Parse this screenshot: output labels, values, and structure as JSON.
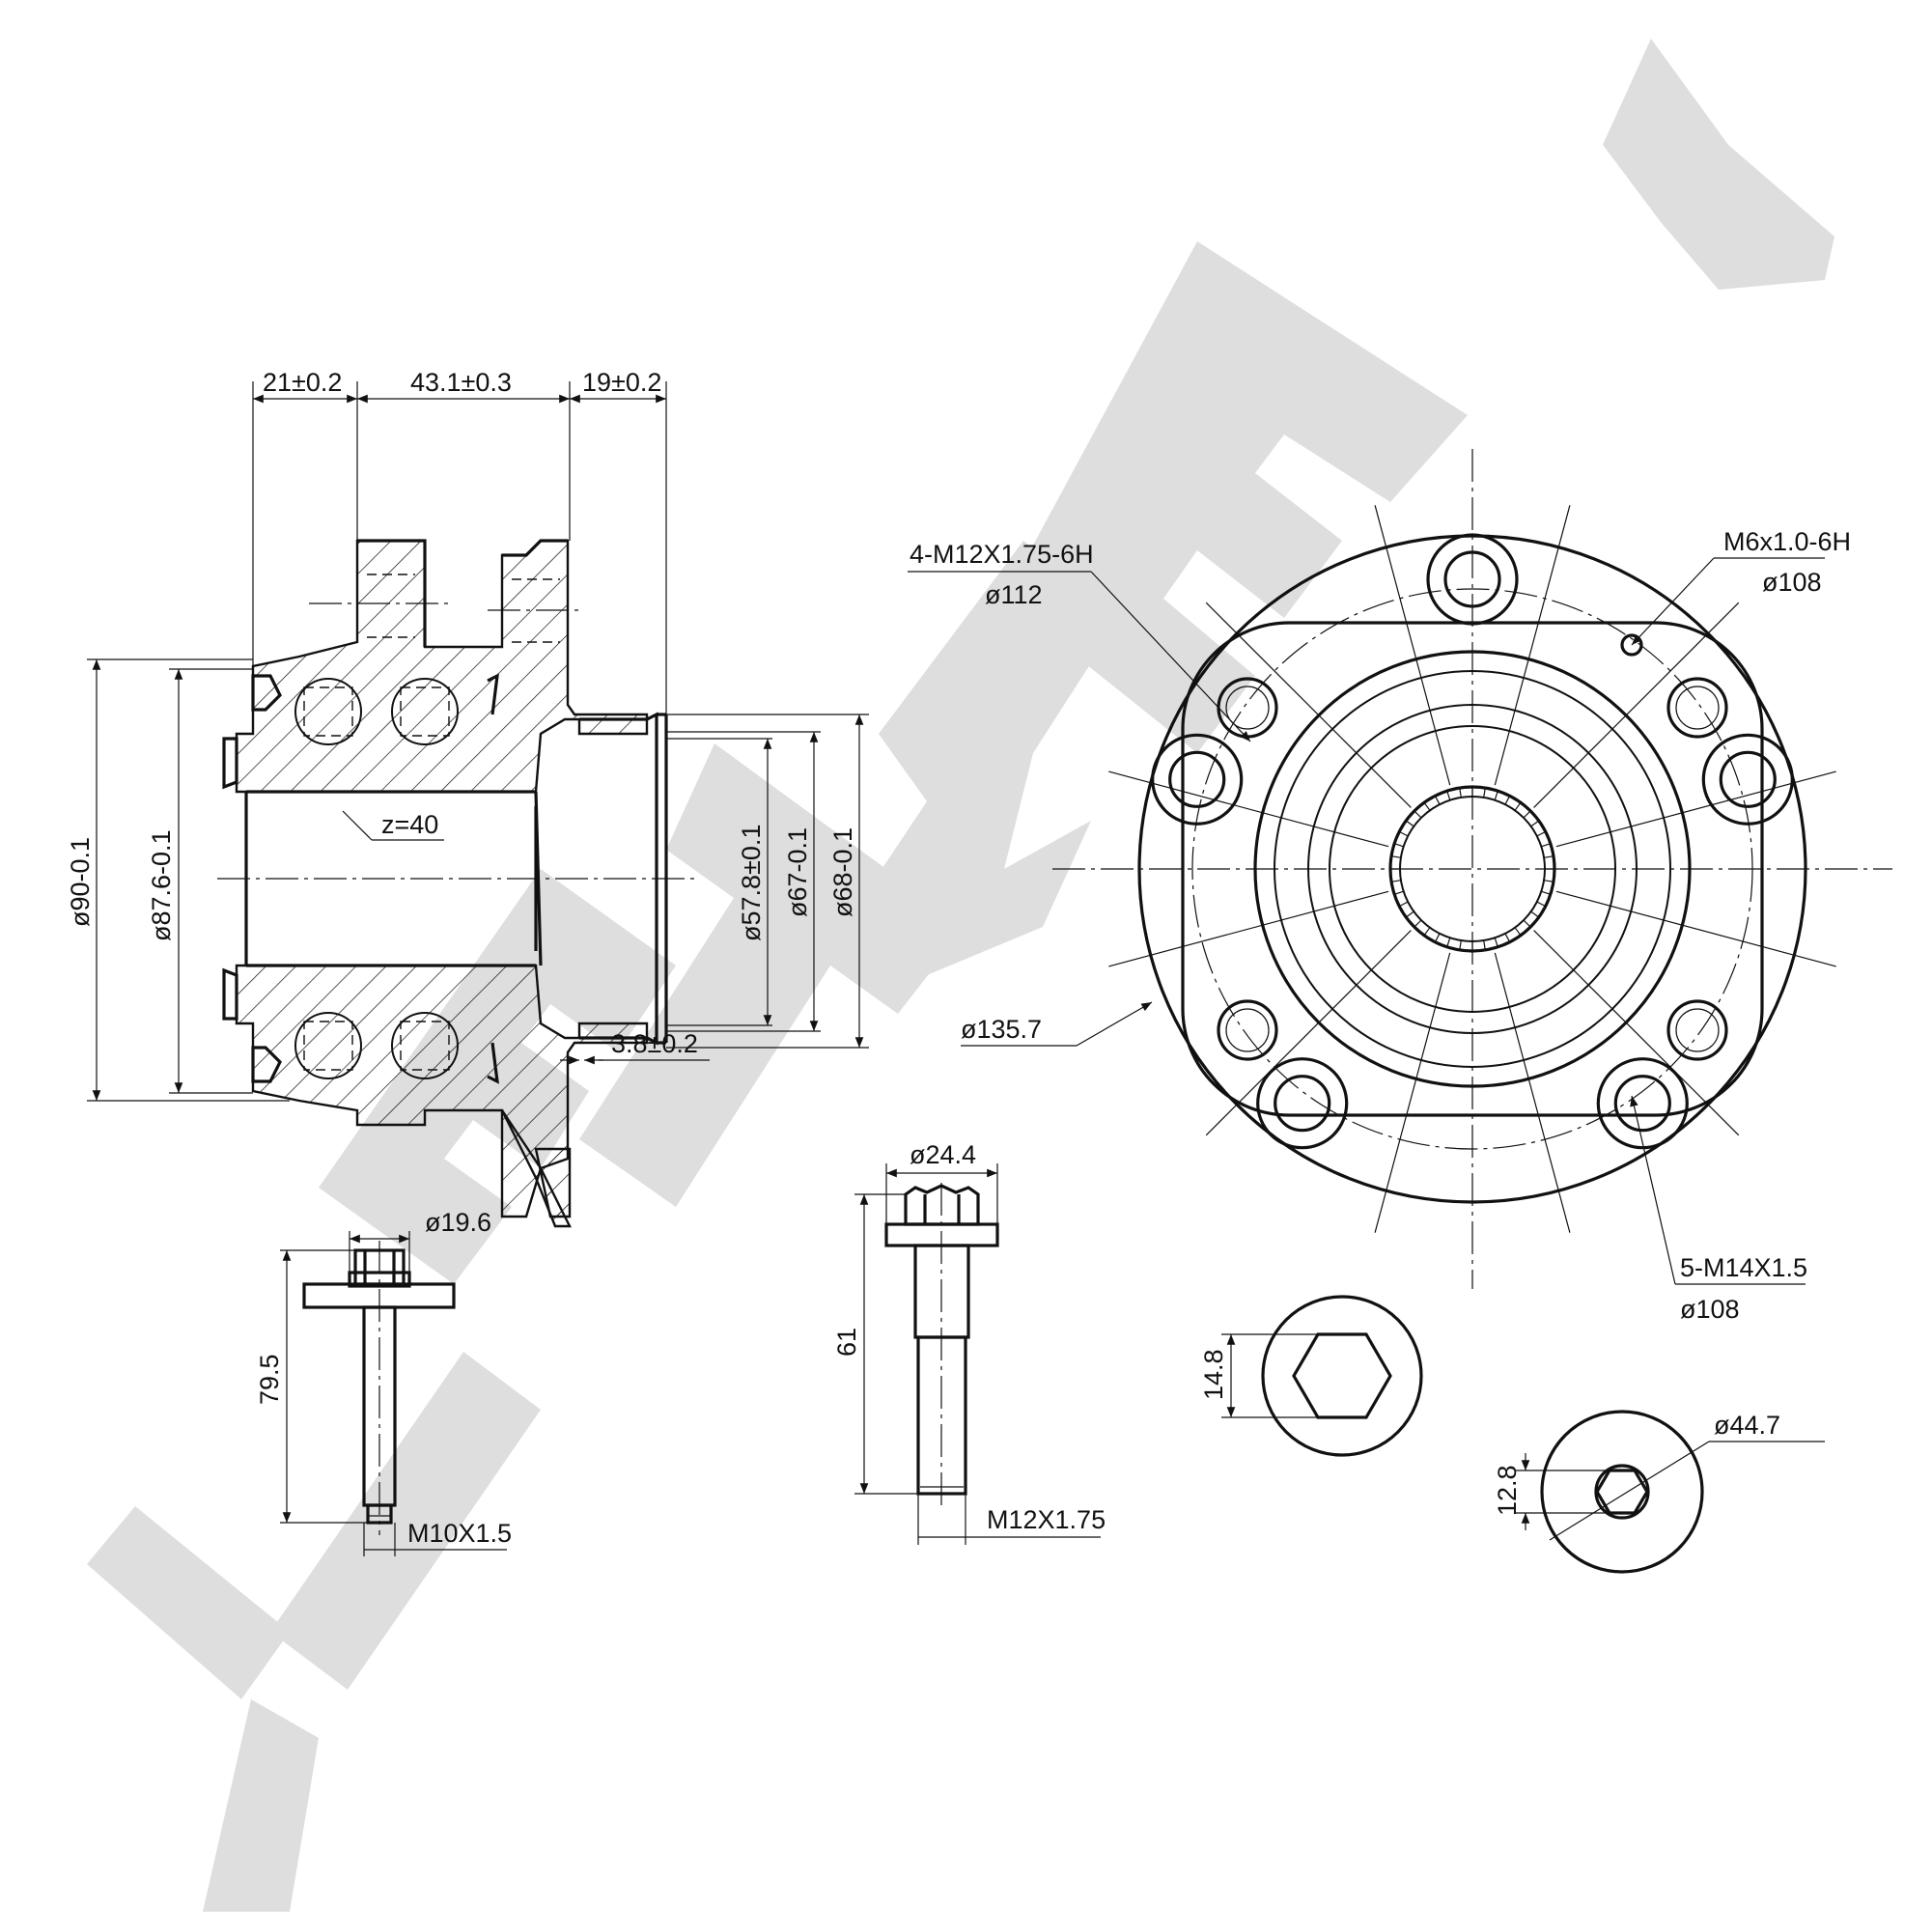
{
  "watermark": {
    "text": "ZENTEK",
    "color": "#dedede"
  },
  "section_view": {
    "dims_top": [
      "21±0.2",
      "43.1±0.3",
      "19±0.2"
    ],
    "dims_vertical_left": [
      "ø90-0.1",
      "ø87.6-0.1"
    ],
    "dims_vertical_right": [
      "ø57.8±0.1",
      "ø67-0.1",
      "ø68-0.1"
    ],
    "spline_label": "z=40",
    "flange_offset": "3.8±0.2"
  },
  "front_view": {
    "callout_1_line1": "4-M12X1.75-6H",
    "callout_1_line2": "ø112",
    "callout_2_line1": "M6x1.0-6H",
    "callout_2_line2": "ø108",
    "callout_3_line1": "5-M14X1.5",
    "callout_3_line2": "ø108",
    "outer_diameter": "ø135.7"
  },
  "bolt_small": {
    "head_dia": "ø19.6",
    "length": "79.5",
    "thread": "M10X1.5"
  },
  "bolt_large": {
    "head_dia": "ø24.4",
    "length": "61",
    "thread": "M12X1.75"
  },
  "hex_view": {
    "size": "14.8"
  },
  "nut_view": {
    "dia": "ø44.7",
    "size": "12.8"
  }
}
